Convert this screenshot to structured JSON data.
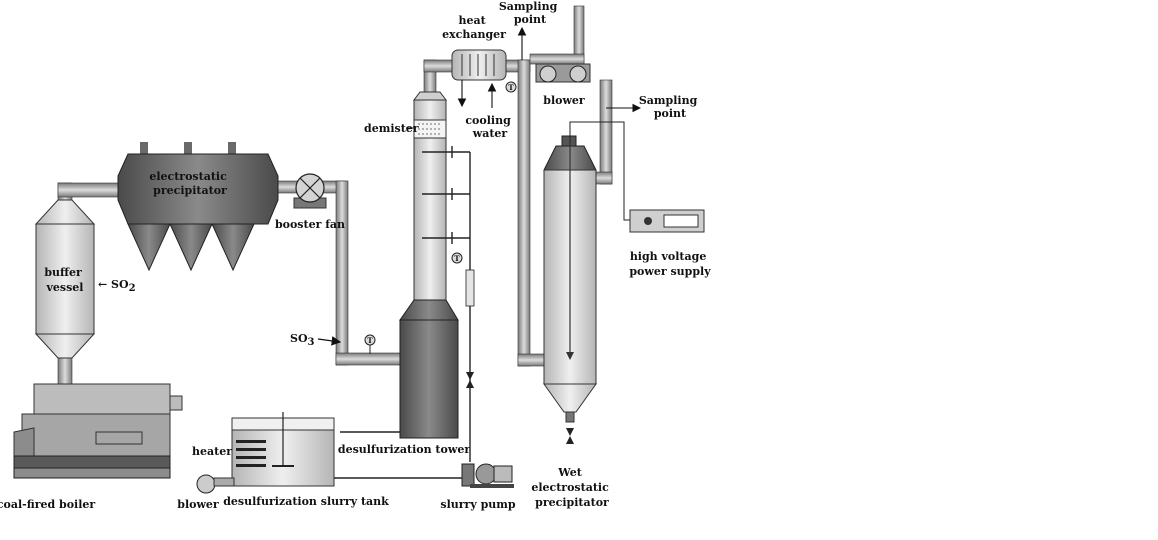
{
  "labels": {
    "sampling_point_top": [
      "Sampling",
      "point"
    ],
    "heat_exchanger": [
      "heat",
      "exchanger"
    ],
    "blower_top": "blower",
    "sampling_point_right": [
      "Sampling",
      "point"
    ],
    "cooling_water": [
      "cooling",
      "water"
    ],
    "demister": "demister",
    "electrostatic_precipitator": [
      "electrostatic",
      "precipitator"
    ],
    "booster_fan": "booster fan",
    "buffer_vessel": [
      "buffer",
      "vessel"
    ],
    "so2_buffer": "← SO",
    "so2_buffer_sub": "2",
    "so3_inlet": "SO",
    "so3_inlet_sub": "3",
    "high_voltage_power_supply": [
      "high voltage",
      "power supply"
    ],
    "heater": "heater",
    "desulfurization_tower": "desulfurization tower",
    "wet_esp": [
      "Wet",
      "electrostatic",
      "precipitator"
    ],
    "blower_bottom": "blower",
    "desulfurization_slurry_tank": "desulfurization slurry tank",
    "slurry_pump": "slurry pump",
    "coal_fired_boiler": "coal-fired boiler",
    "gauge_symbol": "T"
  }
}
